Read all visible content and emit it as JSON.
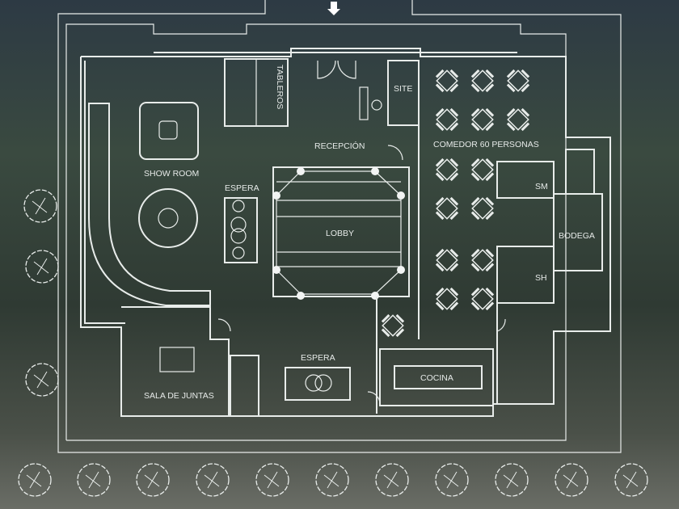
{
  "plan": {
    "entrance_arrow": "arrow-down",
    "rooms": {
      "show_room": "SHOW ROOM",
      "espera_1": "ESPERA",
      "recepcion": "RECEPCIÓN",
      "lobby": "LOBBY",
      "site": "SITE",
      "tableros": "TABLEROS",
      "comedor": "COMEDOR 60 PERSONAS",
      "sm": "SM",
      "bodega": "BODEGA",
      "sh": "SH",
      "sala_juntas": "SALA DE JUNTAS",
      "espera_2": "ESPERA",
      "cocina": "COCINA"
    }
  }
}
